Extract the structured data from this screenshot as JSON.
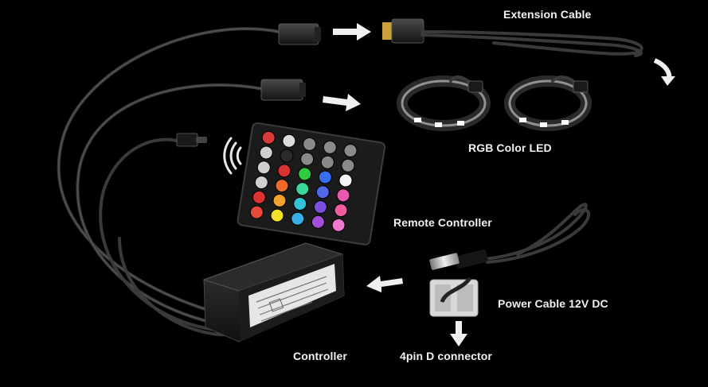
{
  "labels": {
    "extension_cable": "Extension Cable",
    "rgb_color_led": "RGB Color LED",
    "remote_controller": "Remote Controller",
    "power_cable": "Power Cable 12V DC",
    "controller": "Controller",
    "connector": "4pin D connector"
  },
  "colors": {
    "background": "#000000",
    "label_text": "#f2f2f2",
    "arrow": "#f0f0f0"
  },
  "remote_buttons": [
    [
      "#d93a3a",
      "#dcdcdc",
      "#8a8a8a",
      "#8a8a8a",
      "#8a8a8a"
    ],
    [
      "#cfcfcf",
      "#2a2a2a",
      "#8a8a8a",
      "#8a8a8a",
      "#8a8a8a"
    ],
    [
      "#cfcfcf",
      "#d83232",
      "#2ecc40",
      "#3a6cf0",
      "#f4f4f4"
    ],
    [
      "#cfcfcf",
      "#ef6a2a",
      "#38d99a",
      "#4f67e8",
      "#e85ab0"
    ],
    [
      "#d83232",
      "#f2a22a",
      "#2fc4d8",
      "#7a4fe0",
      "#ef5ca0"
    ],
    [
      "#e84a3a",
      "#f2e02a",
      "#3ab0e8",
      "#a34fd8",
      "#f07ad0"
    ]
  ]
}
